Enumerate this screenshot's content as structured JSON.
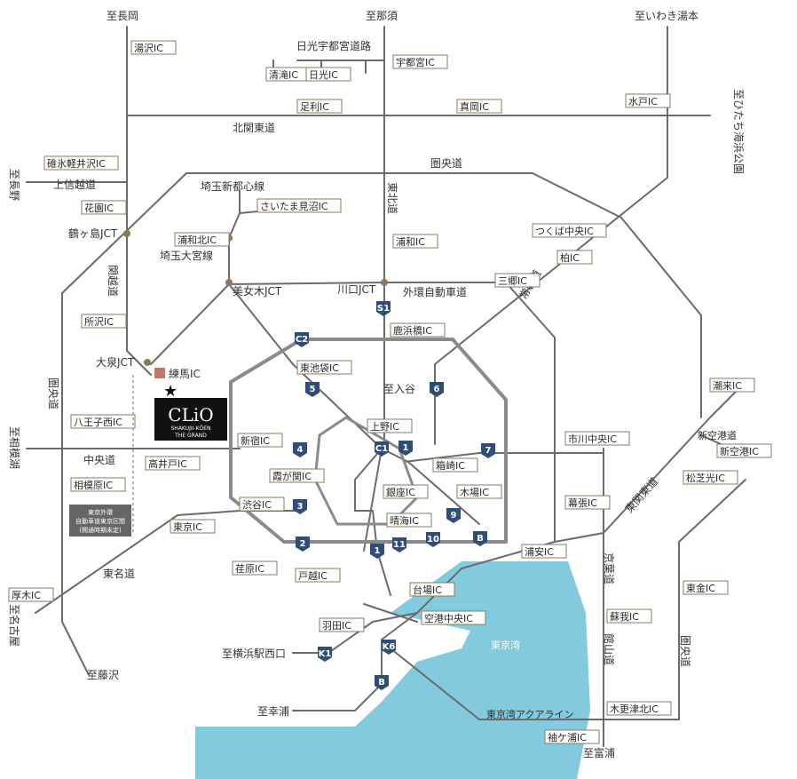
{
  "map": {
    "destinations": {
      "nagaoka": "至長岡",
      "nasu": "至那須",
      "iwaki": "至いわき湯本",
      "hitachi": "至ひたち海浜公園",
      "nagano": "至長野",
      "sagamiko": "至相模湖",
      "nagoya": "至名古屋",
      "fujisawa": "至藤沢",
      "yokohama": "至横浜駅西口",
      "sachiura": "至幸浦",
      "tomiura": "至富浦",
      "iriya": "至入谷"
    },
    "roads": {
      "nikko": "日光宇都宮道路",
      "kitakanto": "北関東道",
      "ken_o_top": "圏央道",
      "joshinetsu": "上信越道",
      "saitama_shintoshin": "埼玉新都心線",
      "saitama_omiya": "埼玉大宮線",
      "tohoku": "東北道",
      "kanetsu": "関越道",
      "gaikan": "外環自動車道",
      "joban": "常磐道",
      "ken_o_left": "圏央道",
      "chuo": "中央道",
      "tomei": "東名道",
      "shinkuko": "新空港道",
      "higashikanto": "東関東道",
      "keiyo": "京葉道",
      "tateyama": "館山道",
      "ken_o_right": "圏央道",
      "aqualine": "東京湾アクアライン",
      "tokyo_bay": "東京湾"
    },
    "junctions": {
      "tsurugashima": "鶴ヶ島JCT",
      "bijogi": "美女木JCT",
      "kawaguchi": "川口JCT",
      "oizumi": "大泉JCT"
    },
    "ics": {
      "yuzawa": "湯沢IC",
      "kiyotaki": "清滝IC",
      "nikko": "日光IC",
      "utsunomiya": "宇都宮IC",
      "ashikaga": "足利IC",
      "moka": "真岡IC",
      "mito": "水戸IC",
      "usui": "碓氷軽井沢IC",
      "hanazono": "花園IC",
      "saitama_minuma": "さいたま見沼IC",
      "urawakita": "浦和北IC",
      "urawa": "浦和IC",
      "tsukuba": "つくば中央IC",
      "kashiwa": "柏IC",
      "misato": "三郷IC",
      "tokorozawa": "所沢IC",
      "shikahamabashi": "鹿浜橋IC",
      "higashiikebukuro": "東池袋IC",
      "hachioji": "八王子西IC",
      "ueno": "上野IC",
      "shinjuku": "新宿IC",
      "hakozaki": "箱崎IC",
      "ichikawa": "市川中央IC",
      "itabashi": "潮来IC",
      "takaido": "高井戸IC",
      "kasumigaseki": "霞が関IC",
      "ginza": "銀座IC",
      "kiba": "木場IC",
      "shinkuko": "新空港IC",
      "sagamihara": "相模原IC",
      "shibuya": "渋谷IC",
      "makuhari": "幕張IC",
      "matsushiba": "松芝光IC",
      "tokyo": "東京IC",
      "harumi": "晴海IC",
      "urayasu": "浦安IC",
      "ebara": "荏原IC",
      "togoshi": "戸越IC",
      "daiba": "台場IC",
      "togane": "東金IC",
      "atsugi": "厚木IC",
      "haneda": "羽田IC",
      "kukochuo": "空港中央IC",
      "soga": "蘇我IC",
      "kisarazukita": "木更津北IC",
      "sodegaura": "袖ケ浦IC",
      "nerima": "練馬IC"
    },
    "badges": {
      "s1": "S1",
      "c2": "C2",
      "r5": "5",
      "r6": "6",
      "r4": "4",
      "c1": "C1",
      "r1a": "1",
      "r7": "7",
      "r3": "3",
      "r9": "9",
      "r2": "2",
      "r11": "11",
      "r10": "10",
      "rb1": "B",
      "r1b": "1",
      "k1": "K1",
      "k6": "K6",
      "rb2": "B"
    },
    "note": {
      "line1": "東京外環",
      "line2": "自動車道東京区間",
      "line3": "(開通時期未定)"
    },
    "logo": {
      "name": "CLiO",
      "sub1": "SHAKUJII-KŌEN",
      "sub2": "THE GRAND"
    },
    "star_icon": "star-icon",
    "colors": {
      "sea": "#6cc1d8",
      "badge": "#2e4e78",
      "logo_bg": "#111111",
      "nerima_marker": "#c0786a"
    }
  }
}
